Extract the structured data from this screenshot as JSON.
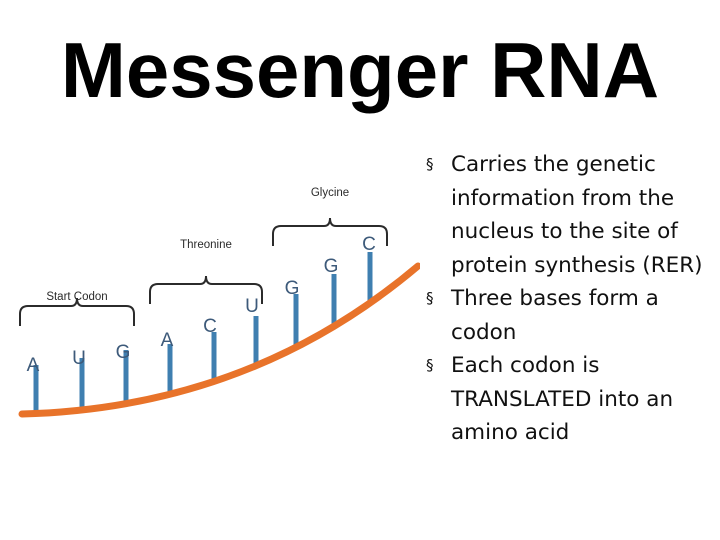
{
  "title": "Messenger RNA",
  "diagram": {
    "codons": [
      {
        "label": "Start Codon",
        "bases": [
          "A",
          "U",
          "G"
        ]
      },
      {
        "label": "Threonine",
        "bases": [
          "A",
          "C",
          "U"
        ]
      },
      {
        "label": "Glycine",
        "bases": [
          "G",
          "G",
          "C"
        ]
      }
    ],
    "colors": {
      "backbone": "#e8732a",
      "stem": "#3f7fb0",
      "bracket": "#2b2b2b",
      "base_text": "#3d5a7a"
    }
  },
  "bullets": [
    "Carries the genetic information from the nucleus to the site of protein synthesis (RER)",
    "Three bases form a codon",
    "Each codon is TRANSLATED into an amino acid"
  ]
}
